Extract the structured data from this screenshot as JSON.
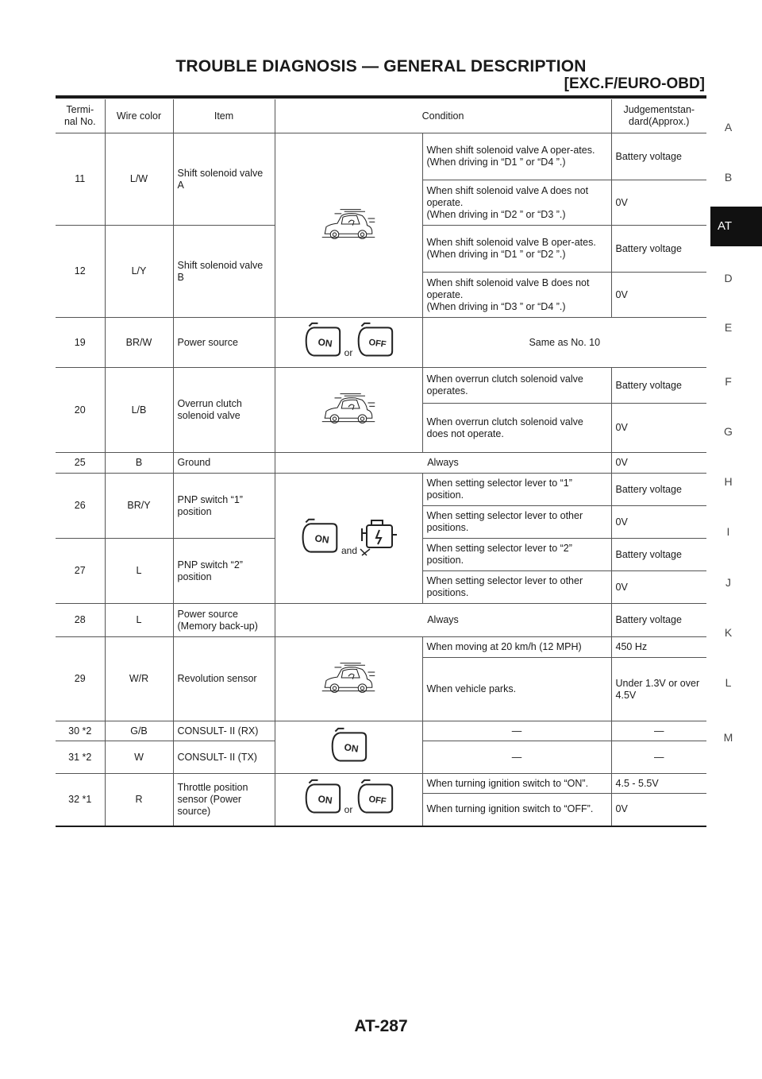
{
  "header": {
    "title": "TROUBLE DIAGNOSIS — GENERAL DESCRIPTION",
    "subtitle": "[EXC.F/EURO-OBD]"
  },
  "table": {
    "columns": {
      "terminal": "Termi-\nnal No.",
      "wire": "Wire color",
      "item": "Item",
      "condition": "Condition",
      "judgement": "Judgementstan-\ndard(Approx.)"
    },
    "joiners": {
      "or": "or",
      "and": "and"
    },
    "rows": {
      "r11": {
        "terminal": "11",
        "wire": "L/W",
        "item": "Shift solenoid valve A",
        "c1": "When shift solenoid valve A oper-ates.",
        "c1_sub": "(When driving in “D1 ” or “D4 ”.)",
        "j1": "Battery voltage",
        "c2": "When shift solenoid valve A does not operate.",
        "c2_sub": "(When driving in “D2 ” or “D3 ”.)",
        "j2": "0V"
      },
      "r12": {
        "terminal": "12",
        "wire": "L/Y",
        "item": "Shift solenoid valve B",
        "c1": "When shift solenoid valve B oper-ates.",
        "c1_sub": "(When driving in “D1 ” or “D2 ”.)",
        "j1": "Battery voltage",
        "c2": "When shift solenoid valve B does not operate.",
        "c2_sub": "(When driving in “D3 ” or “D4 ”.)",
        "j2": "0V"
      },
      "r19": {
        "terminal": "19",
        "wire": "BR/W",
        "item": "Power source",
        "merged": "Same as No. 10"
      },
      "r20": {
        "terminal": "20",
        "wire": "L/B",
        "item": "Overrun clutch solenoid valve",
        "c1": "When overrun clutch solenoid valve operates.",
        "j1": "Battery voltage",
        "c2": "When overrun clutch solenoid valve does not operate.",
        "j2": "0V"
      },
      "r25": {
        "terminal": "25",
        "wire": "B",
        "item": "Ground",
        "condition": "Always",
        "judgement": "0V"
      },
      "r26": {
        "terminal": "26",
        "wire": "BR/Y",
        "item": "PNP switch “1” position",
        "c1": "When setting selector lever to “1” position.",
        "j1": "Battery voltage",
        "c2": "When setting selector lever to other positions.",
        "j2": "0V"
      },
      "r27": {
        "terminal": "27",
        "wire": "L",
        "item": "PNP switch “2” position",
        "c1": "When setting selector lever to “2” position.",
        "j1": "Battery voltage",
        "c2": "When setting selector lever to other positions.",
        "j2": "0V"
      },
      "r28": {
        "terminal": "28",
        "wire": "L",
        "item": "Power source (Memory back-up)",
        "condition": "Always",
        "judgement": "Battery voltage"
      },
      "r29": {
        "terminal": "29",
        "wire": "W/R",
        "item": "Revolution sensor",
        "c1": "When moving at 20 km/h (12 MPH)",
        "j1": "450 Hz",
        "c2": "When vehicle parks.",
        "j2": "Under 1.3V or over 4.5V"
      },
      "r30": {
        "terminal": "30 *2",
        "wire": "G/B",
        "item": "CONSULT- II (RX)",
        "c1": "—",
        "j1": "—"
      },
      "r31": {
        "terminal": "31 *2",
        "wire": "W",
        "item": "CONSULT- II (TX)",
        "c1": "—",
        "j1": "—"
      },
      "r32": {
        "terminal": "32 *1",
        "wire": "R",
        "item": "Throttle position sensor (Power source)",
        "c1": "When turning ignition switch to “ON”.",
        "j1": "4.5 - 5.5V",
        "c2": "When turning ignition switch to “OFF”.",
        "j2": "0V"
      }
    }
  },
  "icons": {
    "on_label": "ON",
    "off_label": "OFF"
  },
  "sidebar": {
    "letters": [
      "A",
      "B",
      "AT",
      "D",
      "E",
      "F",
      "G",
      "H",
      "I",
      "J",
      "K",
      "L",
      "M"
    ],
    "active": "AT"
  },
  "footer": {
    "page": "AT-287"
  }
}
